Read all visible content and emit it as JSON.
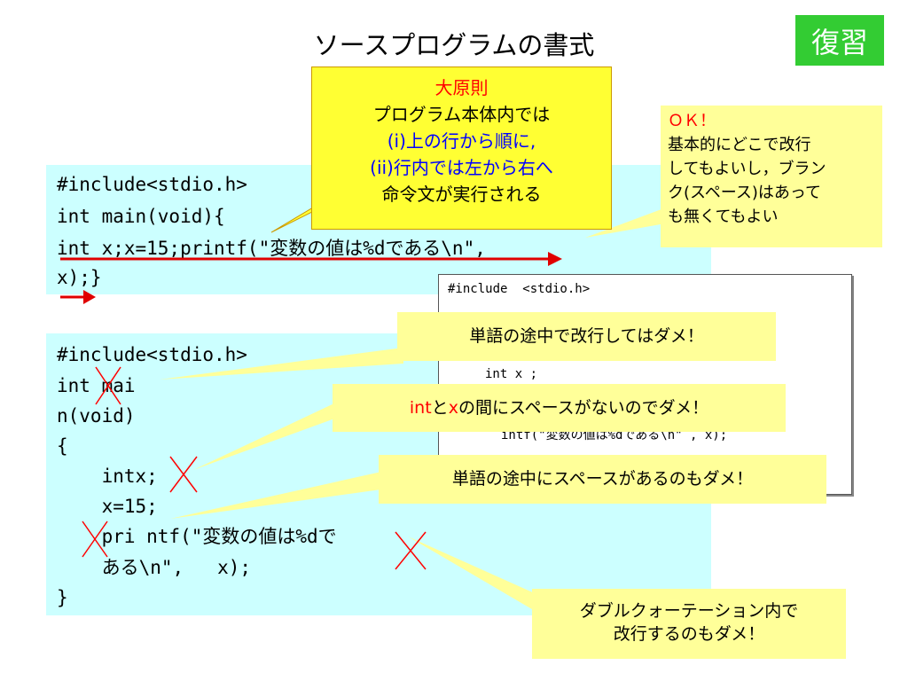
{
  "slide": {
    "title": "ソースプログラムの書式",
    "badge": "復習"
  },
  "top_code": {
    "lines": [
      "#include<stdio.h>",
      "int main(void){",
      "int x;x=15;printf(\"変数の値は%dである\\n\",",
      "x);}"
    ]
  },
  "principle": {
    "heading": "大原則",
    "line1": "プログラム本体内では",
    "line2": "(i)上の行から順に,",
    "line3": "(ii)行内では左から右へ",
    "line4": "命令文が実行される"
  },
  "ok_note": {
    "lines": [
      "ＯＫ！",
      "基本的にどこで改行",
      "してもよいし，ブラン",
      "ク(スペース)はあって",
      "も無くてもよい"
    ]
  },
  "middle_code": {
    "lines": [
      "#include  <stdio.h>",
      "int x ;",
      "intf(\"変数の値は%dである\\n\" , x);"
    ]
  },
  "bottom_code": {
    "lines": [
      "#include<stdio.h>",
      "int mai",
      "n(void)",
      "{",
      "    intx;",
      "    x=15;",
      "    pri ntf(\"変数の値は%dで",
      "    ある\\n\",   x);",
      "}"
    ]
  },
  "errors": {
    "split_word": "単語の途中で改行してはダメ！",
    "no_space_int": "int",
    "no_space_to": "と",
    "no_space_x": "x",
    "no_space_rest": "の間にスペースがないのでダメ！",
    "space_in_word": "単語の途中にスペースがあるのもダメ！",
    "quote_break_1": "ダブルクォーテーション内で",
    "quote_break_2": "改行するのもダメ！"
  },
  "colors": {
    "panel": "#ccffff",
    "callout": "#ffff99",
    "principle": "#ffff33",
    "badge": "#33cc33",
    "arrow": "#e00000",
    "cross": "#ff0000"
  }
}
